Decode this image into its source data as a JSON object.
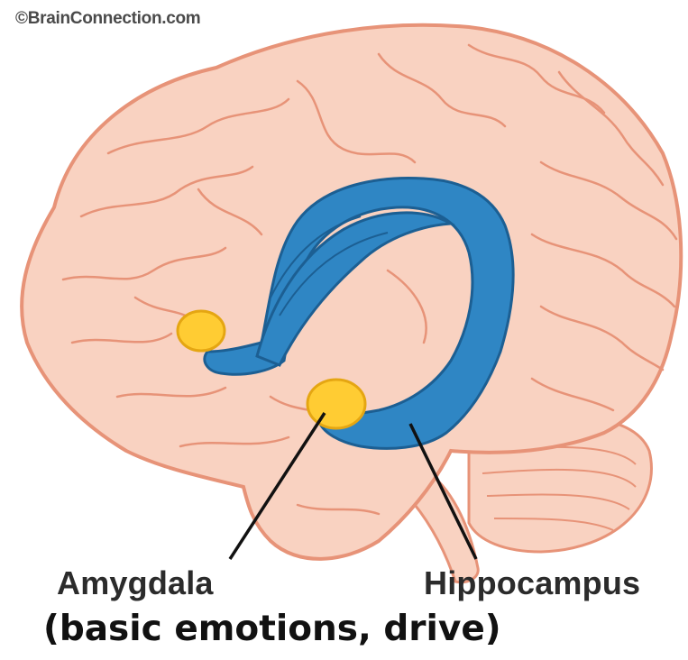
{
  "credit": "©BrainConnection.com",
  "labels": {
    "amygdala": "Amygdala",
    "hippocampus": "Hippocampus"
  },
  "caption": "(basic emotions, drive)",
  "colors": {
    "brain_fill": "#f9d2c1",
    "brain_outline": "#e79378",
    "limbic_fill": "#2f86c4",
    "limbic_outline": "#1c5f93",
    "amygdala_fill": "#ffcc33",
    "amygdala_outline": "#e5a612",
    "leader_line": "#111111"
  }
}
